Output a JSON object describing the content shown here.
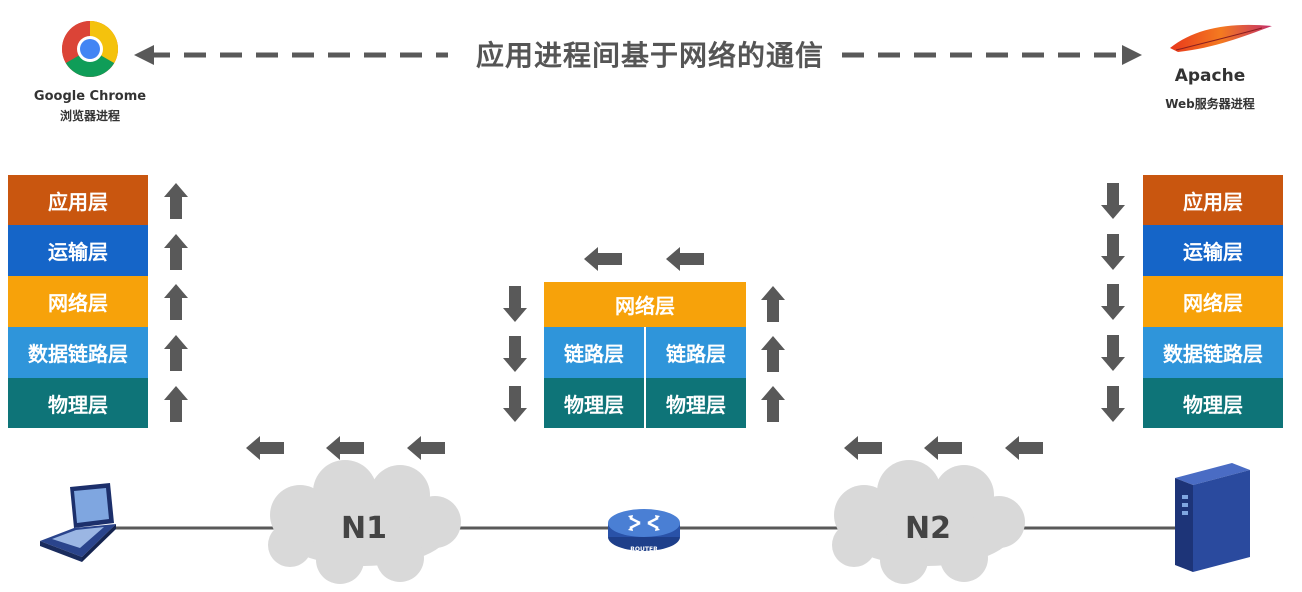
{
  "title": "应用进程间基于网络的通信",
  "client": {
    "name": "Google Chrome",
    "desc": "浏览器进程"
  },
  "server": {
    "name": "Apache",
    "desc": "Web服务器进程"
  },
  "layers": {
    "application": "应用层",
    "transport": "运输层",
    "network": "网络层",
    "datalink": "数据链路层",
    "physical": "物理层"
  },
  "router_layers": {
    "network": "网络层",
    "link": "链路层",
    "physical": "物理层"
  },
  "networks": {
    "n1": "N1",
    "n2": "N2"
  },
  "router_text": "ROUTER",
  "colors": {
    "application": "#c9560f",
    "transport": "#1565c8",
    "network": "#f7a20a",
    "datalink": "#2f95da",
    "physical": "#0e7478",
    "arrow": "#595959"
  }
}
